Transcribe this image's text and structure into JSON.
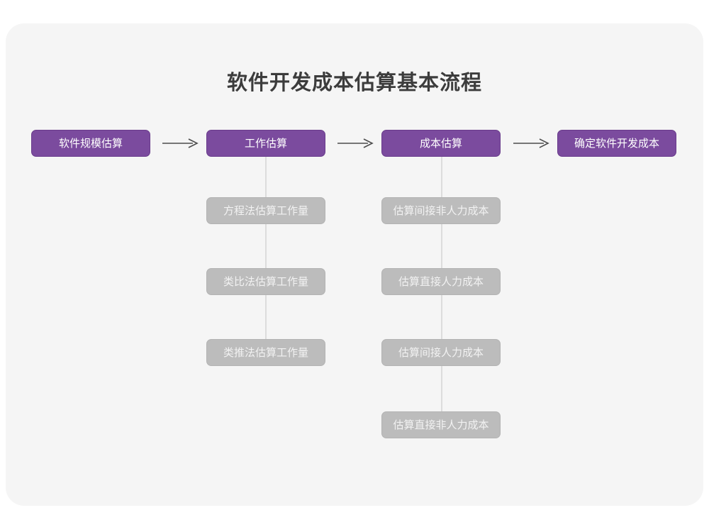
{
  "page": {
    "title": "软件开发成本估算基本流程",
    "background_color": "#ffffff",
    "card_color": "#f5f5f5"
  },
  "theme": {
    "primary_color": "#7b4b9e",
    "primary_border_color": "#6a3c8c",
    "secondary_color": "#bcbcbc",
    "secondary_border_color": "#b3b3b3",
    "primary_text_color": "#ffffff",
    "secondary_text_color": "#f2f2f2",
    "connector_color": "#dcdcdc",
    "arrow_color": "#4d4d4d",
    "title_color": "#3c3c3c"
  },
  "flow": {
    "main_steps": [
      {
        "label": "软件规模估算"
      },
      {
        "label": "工作估算"
      },
      {
        "label": "成本估算"
      },
      {
        "label": "确定软件开发成本"
      }
    ],
    "arrows": [
      {
        "name": "arrow-1",
        "glyph": "→"
      },
      {
        "name": "arrow-2",
        "glyph": "→"
      },
      {
        "name": "arrow-3",
        "glyph": "→"
      }
    ],
    "branches": [
      {
        "parent": "工作估算",
        "items": [
          {
            "label": "方程法估算工作量"
          },
          {
            "label": "类比法估算工作量"
          },
          {
            "label": "类推法估算工作量"
          }
        ]
      },
      {
        "parent": "成本估算",
        "items": [
          {
            "label": "估算间接非人力成本"
          },
          {
            "label": "估算直接人力成本"
          },
          {
            "label": "估算间接人力成本"
          },
          {
            "label": "估算直接非人力成本"
          }
        ]
      }
    ]
  },
  "chart_data": {
    "type": "diagram",
    "title": "软件开发成本估算基本流程",
    "layout": "horizontal-flow-with-vertical-branches",
    "nodes": [
      {
        "id": "n1",
        "label": "软件规模估算",
        "level": 1,
        "style": "primary"
      },
      {
        "id": "n2",
        "label": "工作估算",
        "level": 1,
        "style": "primary"
      },
      {
        "id": "n3",
        "label": "成本估算",
        "level": 1,
        "style": "primary"
      },
      {
        "id": "n4",
        "label": "确定软件开发成本",
        "level": 1,
        "style": "primary"
      },
      {
        "id": "n2a",
        "label": "方程法估算工作量",
        "level": 2,
        "style": "secondary",
        "parent": "n2"
      },
      {
        "id": "n2b",
        "label": "类比法估算工作量",
        "level": 2,
        "style": "secondary",
        "parent": "n2"
      },
      {
        "id": "n2c",
        "label": "类推法估算工作量",
        "level": 2,
        "style": "secondary",
        "parent": "n2"
      },
      {
        "id": "n3a",
        "label": "估算间接非人力成本",
        "level": 2,
        "style": "secondary",
        "parent": "n3"
      },
      {
        "id": "n3b",
        "label": "估算直接人力成本",
        "level": 2,
        "style": "secondary",
        "parent": "n3"
      },
      {
        "id": "n3c",
        "label": "估算间接人力成本",
        "level": 2,
        "style": "secondary",
        "parent": "n3"
      },
      {
        "id": "n3d",
        "label": "估算直接非人力成本",
        "level": 2,
        "style": "secondary",
        "parent": "n3"
      }
    ],
    "edges": [
      {
        "from": "n1",
        "to": "n2",
        "type": "arrow"
      },
      {
        "from": "n2",
        "to": "n3",
        "type": "arrow"
      },
      {
        "from": "n3",
        "to": "n4",
        "type": "arrow"
      },
      {
        "from": "n2",
        "to": "n2a",
        "type": "line"
      },
      {
        "from": "n2a",
        "to": "n2b",
        "type": "line"
      },
      {
        "from": "n2b",
        "to": "n2c",
        "type": "line"
      },
      {
        "from": "n3",
        "to": "n3a",
        "type": "line"
      },
      {
        "from": "n3a",
        "to": "n3b",
        "type": "line"
      },
      {
        "from": "n3b",
        "to": "n3c",
        "type": "line"
      },
      {
        "from": "n3c",
        "to": "n3d",
        "type": "line"
      }
    ]
  }
}
